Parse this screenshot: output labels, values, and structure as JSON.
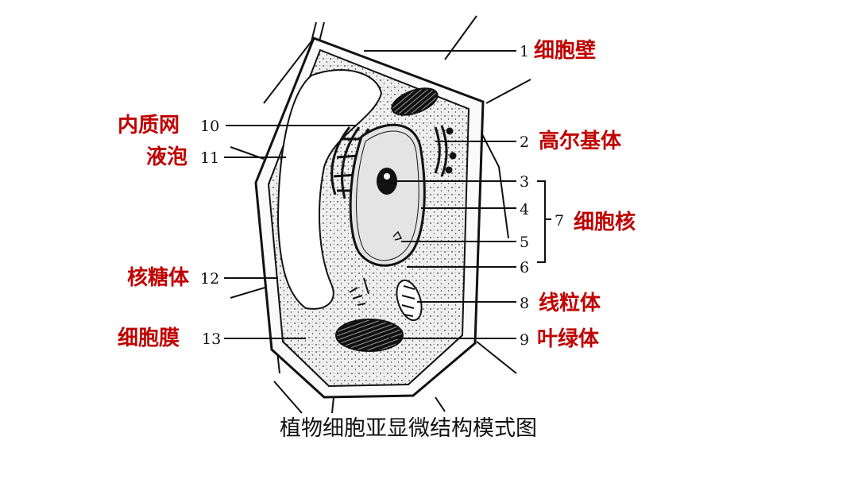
{
  "caption": "植物细胞亚显微结构模式图",
  "colors": {
    "label": "#c00000",
    "line": "#111111",
    "cytoplasm": "#efefef"
  },
  "labels": {
    "n1": "1",
    "t1": "细胞壁",
    "n2": "2",
    "t2": "高尔基体",
    "n3": "3",
    "n4": "4",
    "n5": "5",
    "n6": "6",
    "n7": "7",
    "t7": "细胞核",
    "n8": "8",
    "t8": "线粒体",
    "n9": "9",
    "t9": "叶绿体",
    "n10": "10",
    "t10": "内质网",
    "n11": "11",
    "t11": "液泡",
    "n12": "12",
    "t12": "核糖体",
    "n13": "13",
    "t13": "细胞膜"
  }
}
